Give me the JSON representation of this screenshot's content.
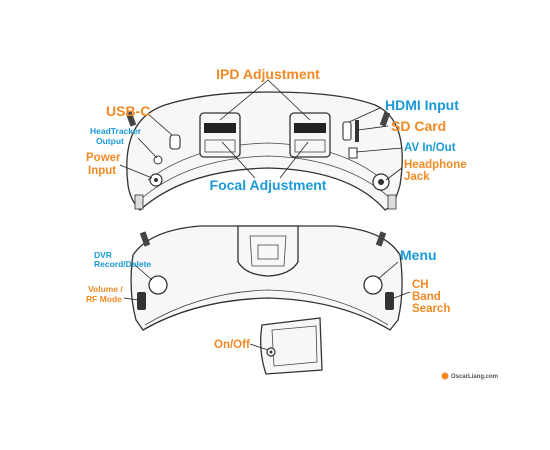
{
  "labels": {
    "ipd": "IPD Adjustment",
    "usbc": "USB-C",
    "hdmi": "HDMI Input",
    "sdcard": "SD Card",
    "headtracker_line1": "HeadTracker",
    "headtracker_line2": "Output",
    "power_line1": "Power",
    "power_line2": "Input",
    "avinout": "AV In/Out",
    "headphone_line1": "Headphone",
    "headphone_line2": "Jack",
    "focal": "Focal Adjustment",
    "dvr_line1": "DVR",
    "dvr_line2": "Record/Delete",
    "menu": "Menu",
    "volume_line1": "Volume /",
    "volume_line2": "RF Mode",
    "ch_line1": "CH",
    "ch_line2": "Band",
    "ch_line3": "Search",
    "onoff": "On/Off",
    "logo": "OscarLiang.com"
  },
  "colors": {
    "orange": "#f08a24",
    "blue": "#1a9ad6",
    "outline": "#333333"
  }
}
